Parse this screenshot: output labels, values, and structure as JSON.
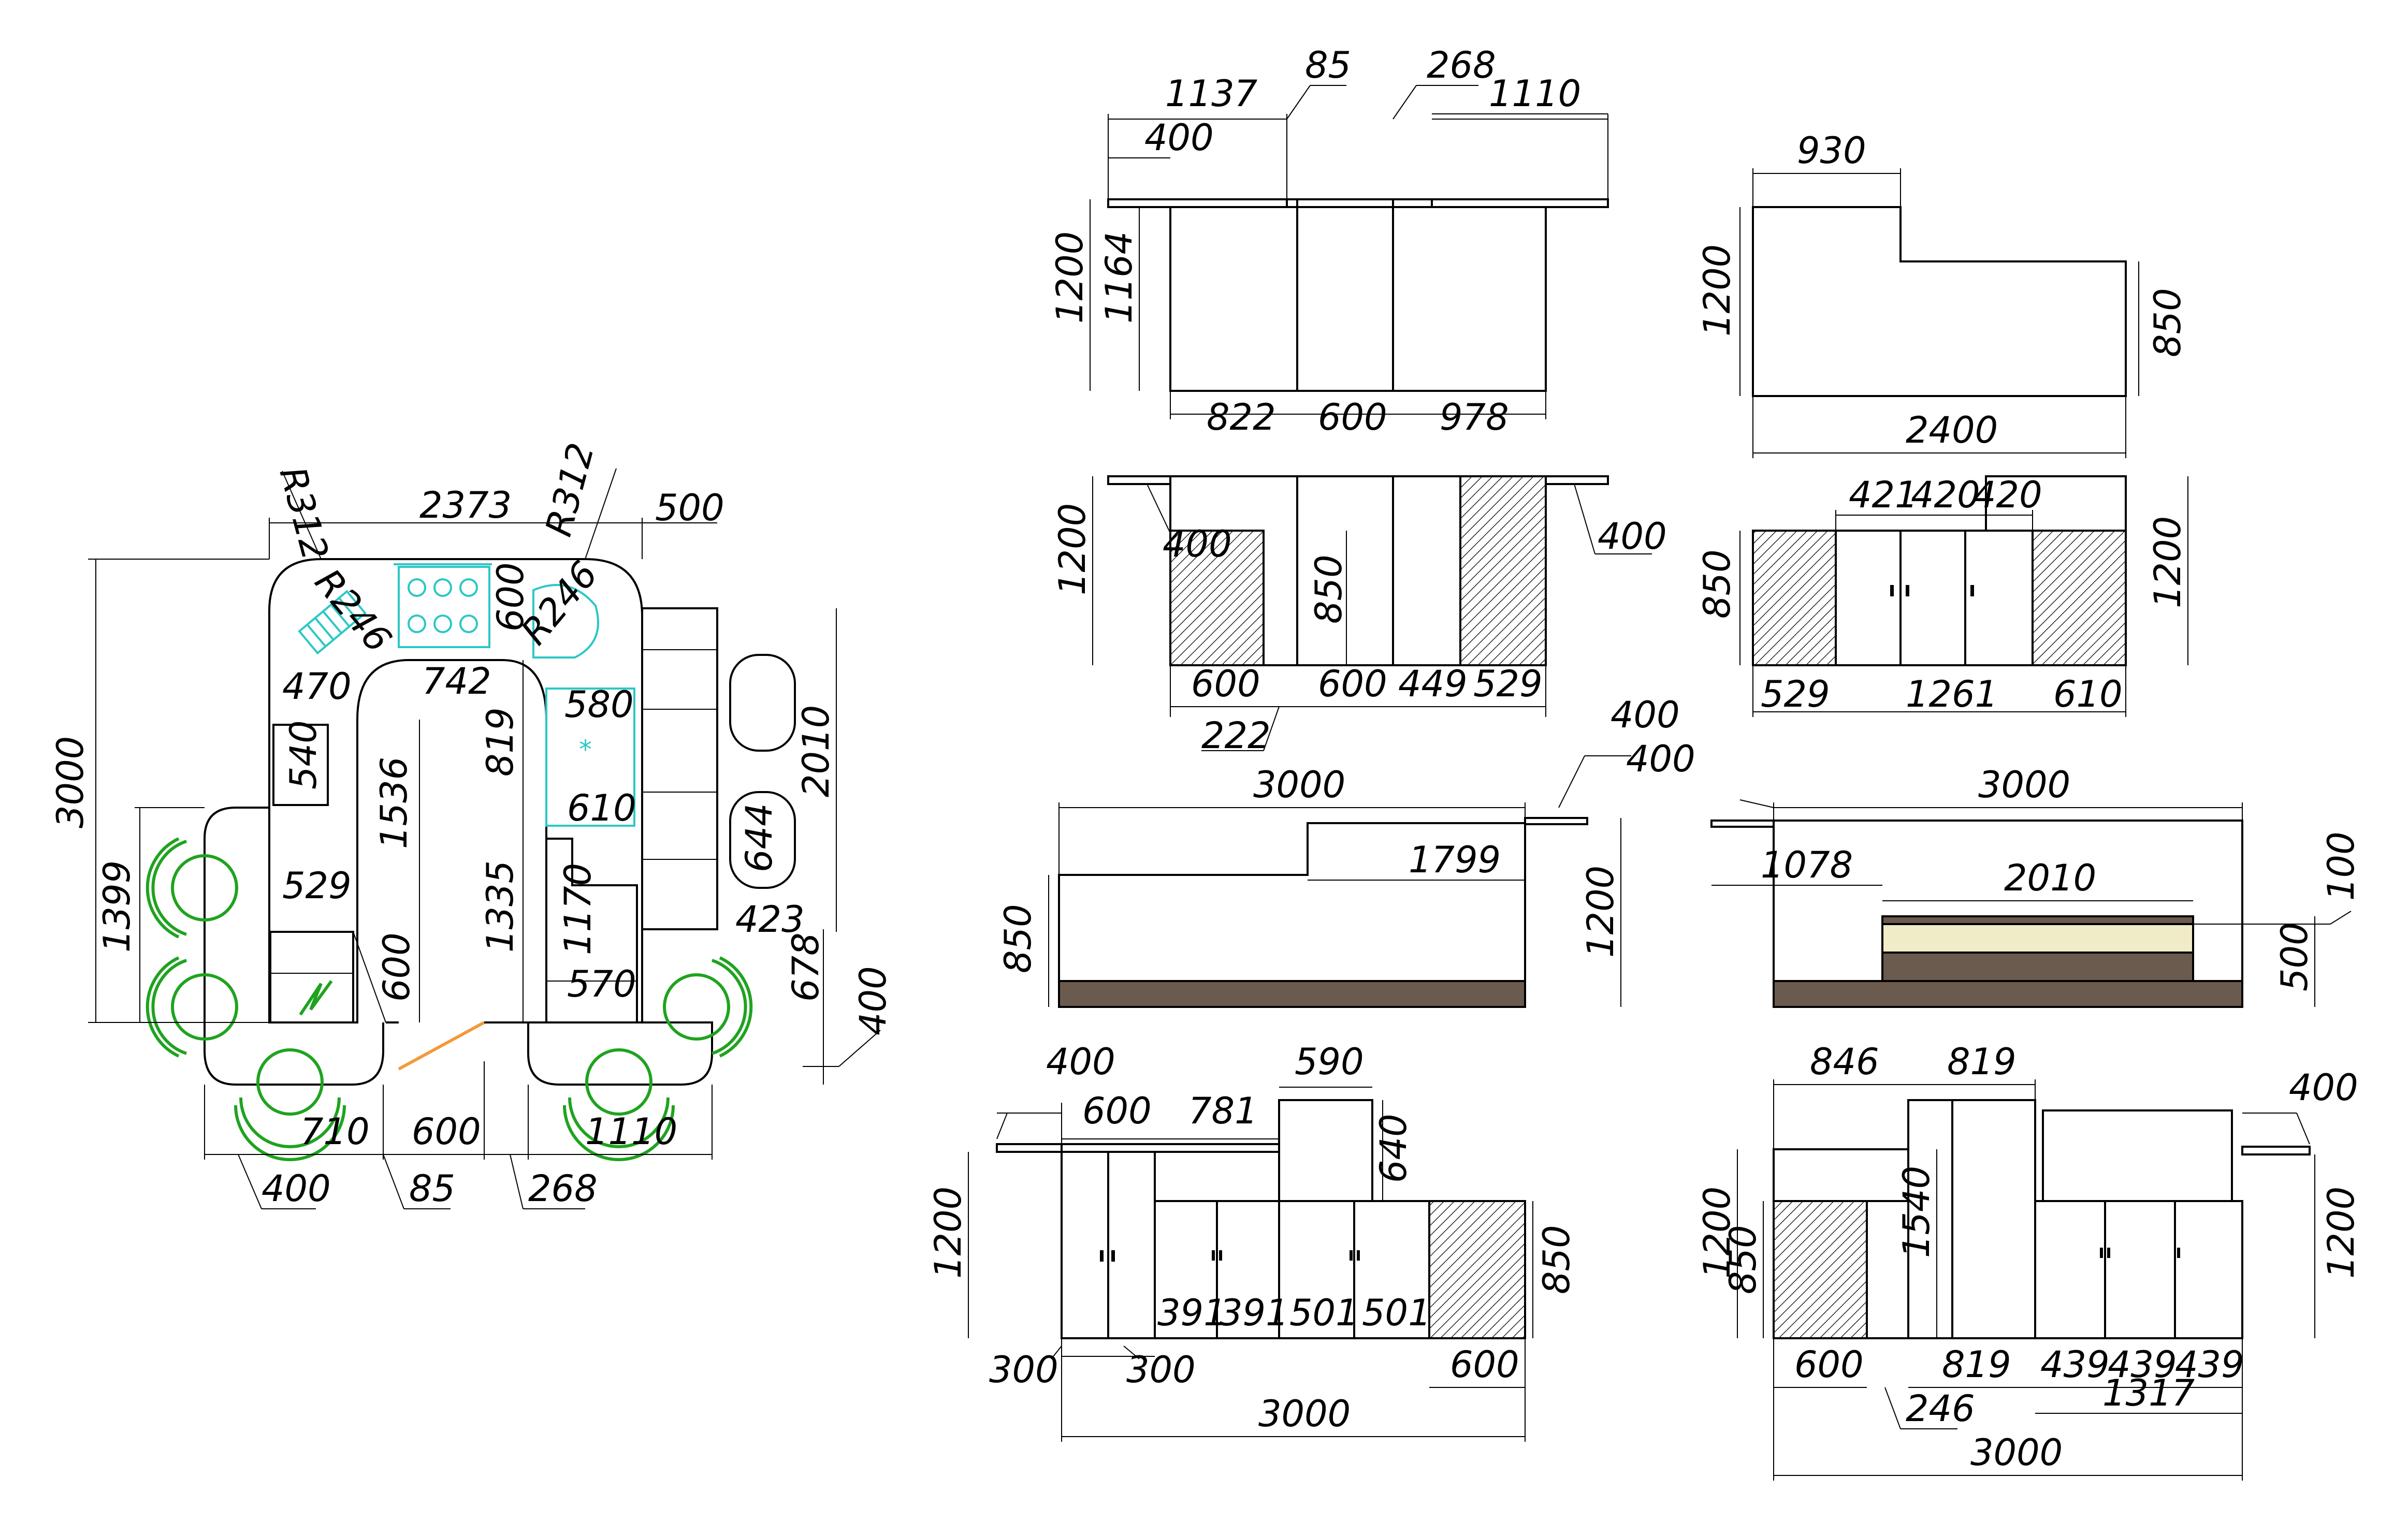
{
  "colors": {
    "line": "#000000",
    "chair": "#1fa31f",
    "appliance": "#2cc7c7",
    "door_swing": "#f39a3a",
    "plinth": "#6b5a4e",
    "cream_panel": "#f1ecc8"
  },
  "plan": {
    "dims": {
      "top_width": "2373",
      "r_tl": "R312",
      "r_tr": "R312",
      "top_right": "500",
      "r_in_l": "R246",
      "r_in_r": "R246",
      "hob_depth": "600",
      "left_inner": "470",
      "center_top": "742",
      "sink_w": "580",
      "overall_h": "3000",
      "inner_h": "1536",
      "center_gap": "819",
      "right_h": "2010",
      "box540": "540",
      "d610": "610",
      "left_h": "1399",
      "d529": "529",
      "d1335": "1335",
      "d1170": "1170",
      "d644": "644",
      "d423": "423",
      "d600v": "600",
      "d570": "570",
      "d678": "678",
      "d400r": "400",
      "b710": "710",
      "b600": "600",
      "b1110": "1110",
      "b400": "400",
      "b85": "85",
      "b268": "268"
    }
  },
  "elev1": {
    "d1137": "1137",
    "d85": "85",
    "d268": "268",
    "d1110": "1110",
    "d400": "400",
    "h1200": "1200",
    "h1164": "1164",
    "b822": "822",
    "b600": "600",
    "b978": "978"
  },
  "elev2": {
    "d930": "930",
    "h1200": "1200",
    "h850": "850",
    "w2400": "2400"
  },
  "elev3": {
    "h1200": "1200",
    "d400a": "400",
    "h850": "850",
    "d400b": "400",
    "b600a": "600",
    "b600b": "600",
    "b449": "449",
    "b529": "529",
    "d222": "222"
  },
  "elev4": {
    "d421": "421",
    "d420a": "420",
    "d420b": "420",
    "h850": "850",
    "h1200": "1200",
    "b529": "529",
    "b1261": "1261",
    "b610": "610"
  },
  "elev5": {
    "d400": "400",
    "w3000": "3000",
    "d1799": "1799",
    "h850": "850",
    "h1200": "1200"
  },
  "elev6": {
    "d400": "400",
    "w3000": "3000",
    "d1078": "1078",
    "d2010": "2010",
    "d100": "100",
    "h500": "500"
  },
  "elev7": {
    "d400": "400",
    "d600": "600",
    "d781": "781",
    "d590": "590",
    "d640": "640",
    "h1200": "1200",
    "c391a": "391",
    "c391b": "391",
    "c501a": "501",
    "c501b": "501",
    "h850": "850",
    "d300a": "300",
    "d300b": "300",
    "d600b": "600",
    "w3000": "3000"
  },
  "elev8": {
    "d846": "846",
    "d819": "819",
    "d400": "400",
    "h1200": "1200",
    "h850": "850",
    "h1540": "1540",
    "h1200r": "1200",
    "b600": "600",
    "b819": "819",
    "c439a": "439",
    "c439b": "439",
    "c439c": "439",
    "d246": "246",
    "d1317": "1317",
    "w3000": "3000"
  }
}
